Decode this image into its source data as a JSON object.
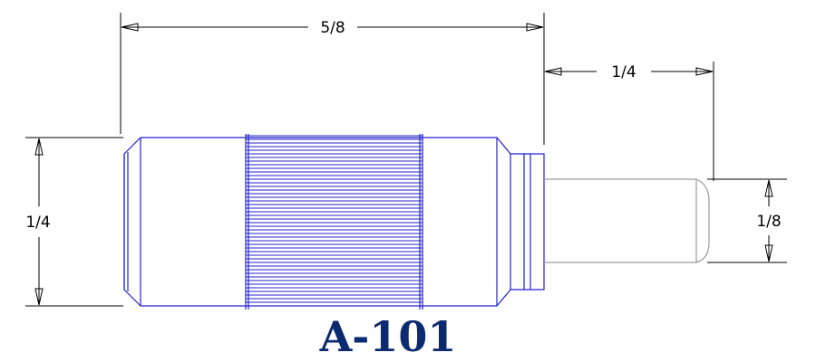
{
  "dimensions": {
    "overall_length": "5/8",
    "shank_length": "1/4",
    "body_diameter": "1/4",
    "shank_diameter": "1/8"
  },
  "part_number": "A-101",
  "colors": {
    "body_outline": "#2222cc",
    "shank_outline": "#9a9a9a",
    "dimension_lines": "#000000",
    "part_number": "#0b2a6f"
  }
}
